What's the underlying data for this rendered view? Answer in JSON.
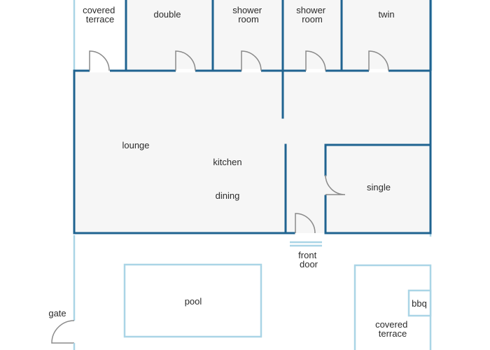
{
  "rooms": {
    "covered_terrace_top": [
      "covered",
      "terrace"
    ],
    "double": "double",
    "shower_room_1": [
      "shower",
      "room"
    ],
    "shower_room_2": [
      "shower",
      "room"
    ],
    "twin": "twin",
    "lounge": "lounge",
    "kitchen": "kitchen",
    "dining": "dining",
    "single": "single",
    "front_door": [
      "front",
      "door"
    ],
    "gate": "gate",
    "pool": "pool",
    "bbq": "bbq",
    "covered_terrace_bottom": [
      "covered",
      "terrace"
    ]
  },
  "colors": {
    "wall": "#1f6390",
    "outline": "#aad5e6",
    "floor": "#f6f6f6",
    "door_swing": "#8a8a8a"
  }
}
